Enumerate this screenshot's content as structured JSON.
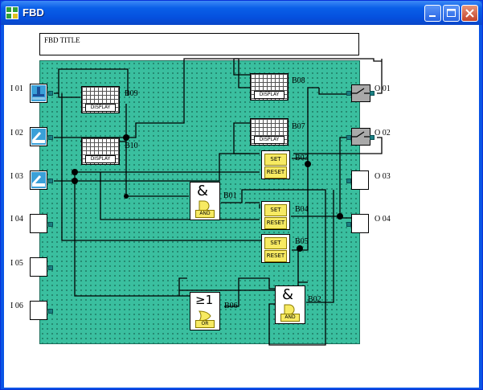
{
  "window": {
    "title": "FBD"
  },
  "diagram": {
    "title": "FBD TITLE",
    "inputs": [
      {
        "label": "I 01",
        "kind": "pushbutton-icon"
      },
      {
        "label": "I 02",
        "kind": "switch-icon"
      },
      {
        "label": "I 03",
        "kind": "switch-icon"
      },
      {
        "label": "I 04",
        "kind": ""
      },
      {
        "label": "I 05",
        "kind": ""
      },
      {
        "label": "I 06",
        "kind": ""
      }
    ],
    "outputs": [
      {
        "label": "O 01",
        "kind": "relay-icon"
      },
      {
        "label": "O 02",
        "kind": "relay-icon"
      },
      {
        "label": "O 03",
        "kind": ""
      },
      {
        "label": "O 04",
        "kind": ""
      }
    ],
    "blocks": {
      "b09": {
        "label": "B09",
        "caption": "DISPLAY"
      },
      "b10": {
        "label": "B10",
        "caption": "DISPLAY"
      },
      "b08": {
        "label": "B08",
        "caption": "DISPLAY"
      },
      "b07": {
        "label": "B07",
        "caption": "DISPLAY"
      },
      "b03": {
        "label": "B03",
        "set": "SET",
        "reset": "RESET"
      },
      "b04": {
        "label": "B04",
        "set": "SET",
        "reset": "RESET"
      },
      "b05": {
        "label": "B05",
        "set": "SET",
        "reset": "RESET"
      },
      "b01": {
        "label": "B01",
        "symbol": "&",
        "caption": "AND"
      },
      "b02": {
        "label": "B02",
        "symbol": "&",
        "caption": "AND"
      },
      "b06": {
        "label": "B06",
        "symbol": "≥1",
        "caption": "OR"
      }
    },
    "colors": {
      "canvas": "#3abf9f",
      "wire": "#000000",
      "pin": "#1a7f82",
      "titlebar": "#0a55e6"
    }
  }
}
